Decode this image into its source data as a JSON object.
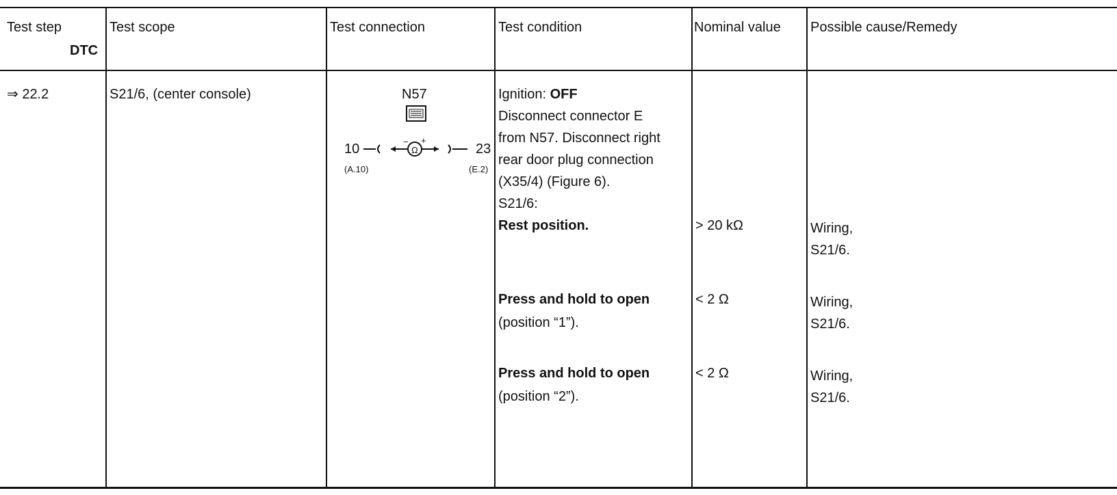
{
  "headers": {
    "test_step": "Test step",
    "dtc": "DTC",
    "test_scope": "Test scope",
    "test_connection": "Test connection",
    "test_condition": "Test condition",
    "nominal_value": "Nominal value",
    "possible_cause": "Possible cause/Remedy"
  },
  "row": {
    "step": "⇒ 22.2",
    "scope": "S21/6, (center console)",
    "connection": {
      "module": "N57",
      "pin_left": "10",
      "pin_right": "23",
      "ref_left": "(A.10)",
      "ref_right": "(E.2)",
      "ohm_symbol": "Ω",
      "minus": "−",
      "plus": "+"
    },
    "condition": {
      "ignition_label": "Ignition: ",
      "ignition_value": "OFF",
      "line2": "Disconnect connector E",
      "line3": "from N57.  Disconnect right",
      "line4": "rear door plug connection",
      "line5": "(X35/4) (Figure 6).",
      "line6": "S21/6:"
    },
    "checks": [
      {
        "condition": "Rest position.",
        "condition2": "",
        "nominal": "> 20 kΩ",
        "remedy1": "Wiring,",
        "remedy2": "S21/6."
      },
      {
        "condition": "Press and hold to open",
        "condition2": "(position “1”).",
        "nominal": "< 2 Ω",
        "remedy1": "Wiring,",
        "remedy2": "S21/6."
      },
      {
        "condition": "Press and hold to open",
        "condition2": "(position “2”).",
        "nominal": "< 2 Ω",
        "remedy1": "Wiring,",
        "remedy2": "S21/6."
      }
    ]
  }
}
